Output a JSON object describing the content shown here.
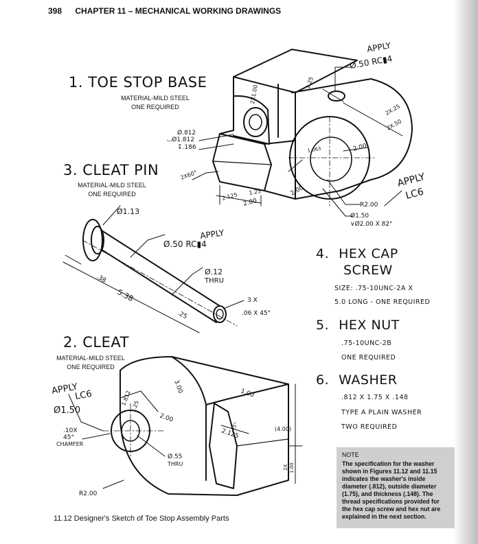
{
  "header": {
    "page_number": "398",
    "chapter": "CHAPTER 11 – MECHANICAL WORKING DRAWINGS"
  },
  "parts": {
    "toe_stop_base": {
      "title": "1. TOE STOP BASE",
      "material": "MATERIAL-MILD STEEL",
      "quantity": "ONE REQUIRED"
    },
    "cleat": {
      "title": "2. CLEAT",
      "material": "MATERIAL-MILD STEEL",
      "quantity": "ONE REQUIRED"
    },
    "cleat_pin": {
      "title": "3. CLEAT PIN",
      "material": "MATERIAL-MILD STEEL",
      "quantity": "ONE REQUIRED"
    },
    "hex_cap_screw": {
      "number": "4.",
      "title_line1": "HEX CAP",
      "title_line2": "SCREW",
      "spec1": "SIZE: .75-10UNC-2A X",
      "spec2": "5.0 LONG - ONE REQUIRED"
    },
    "hex_nut": {
      "number": "5.",
      "title": "HEX NUT",
      "spec1": ".75-10UNC-2B",
      "spec2": "ONE REQUIRED"
    },
    "washer": {
      "number": "6.",
      "title": "WASHER",
      "spec1": ".812 X 1.75 X .148",
      "spec2": "TYPE A PLAIN WASHER",
      "spec3": "TWO REQUIRED"
    }
  },
  "note": {
    "heading": "NOTE",
    "text": "The specification for the washer shown in Figures 11.12 and 11.15 indicates the washer's inside diameter (.812), outside diameter (1.75), and thickness (.148). The thread specifications provided for the hex cap screw and hex nut are explained in the next section."
  },
  "caption": "11.12 Designer's Sketch of Toe Stop Assembly Parts",
  "sketch_labels": {
    "base": {
      "apply_top": "APPLY",
      "apply_top_spec": "Ø.50 RC▮4",
      "d125": "1.25",
      "d2x100": "2X1.00",
      "d2x25": "2X.25",
      "d2x50": "2X.50",
      "hole_spec1": "Ø.812",
      "hole_spec2": "⌴Ø1.812",
      "hole_spec3": "↧.186",
      "d1063": "1.063",
      "d200a": "2.00",
      "d2x60": "2X60°",
      "d2125": "2.125",
      "d125b": "1.25",
      "d200b": "2.00",
      "d200c": "2.00",
      "dR200": "R2.00",
      "dia150": "Ø1.50",
      "csk": "∨Ø2.00 X 82°",
      "apply_lc6_a": "APPLY",
      "apply_lc6_b": "LC6"
    },
    "pin": {
      "dia113": "Ø1.13",
      "apply": "APPLY",
      "apply_spec": "Ø.50 RC▮4",
      "thru_a": "Ø.12",
      "thru_b": "THRU",
      "d38": ".38",
      "d538": "5.38",
      "d25": ".25",
      "chamfer_a": "3 X",
      "chamfer_b": ".06 X 45°"
    },
    "cleat": {
      "apply_a": "APPLY",
      "apply_b": "LC6",
      "apply_c": "Ø1.50",
      "d1812": "1.812",
      "d125": "1.25",
      "d300": "3.00",
      "d200": "2.00",
      "d100": "1.00",
      "d2125": "2.125",
      "d2x": "2X",
      "d2x100": "1.00",
      "d400": "(4.00)",
      "dR200": "R2.00",
      "chamfer_a": ".10X",
      "chamfer_b": "45°",
      "chamfer_c": "CHAMFER",
      "thru_a": "Ø.55",
      "thru_b": "THRU",
      "d45": "45°"
    }
  }
}
